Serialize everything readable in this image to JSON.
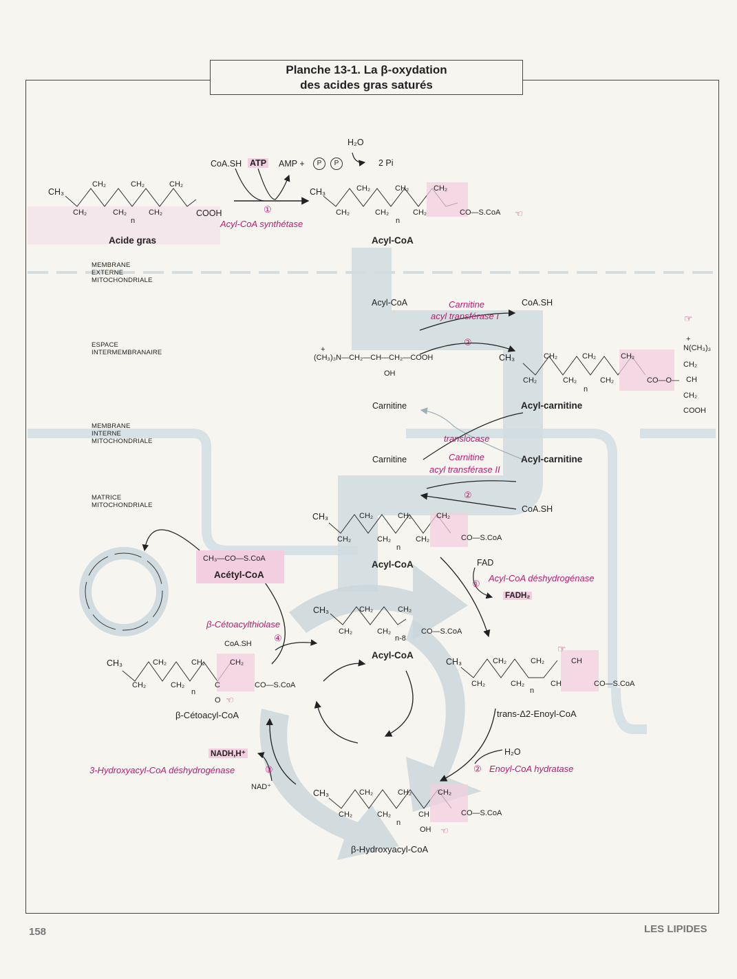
{
  "title": {
    "line1": "Planche 13-1. La β-oxydation",
    "line2": "des acides gras saturés"
  },
  "zones": {
    "outer": [
      "MEMBRANE",
      "EXTERNE",
      "MITOCHONDRIALE"
    ],
    "intermembrane": [
      "ESPACE",
      "INTERMEMBRANAIRE"
    ],
    "inner": [
      "MEMBRANE",
      "INTERNE",
      "MITOCHONDRIALE"
    ],
    "matrix": [
      "MATRICE",
      "MITOCHONDRIALE"
    ]
  },
  "step1": {
    "reagents": [
      "CoA.SH",
      "ATP",
      "AMP +",
      "P",
      "P",
      "H₂O",
      "2 Pi"
    ],
    "enzyme": "Acyl-CoA synthétase",
    "num": "①",
    "substrate_label": "Acide gras",
    "product_label": "Acyl-CoA"
  },
  "transport": {
    "acylcoa": "Acyl-CoA",
    "enzyme1": [
      "Carnitine",
      "acyl transférase I"
    ],
    "coash": "CoA.SH",
    "num": "②",
    "carnitine_formula": "(CH₃)₃N—CH₂—CH—CH₂—COOH",
    "oh": "OH",
    "plus": "+",
    "acylcarnitine": "Acyl-carnitine",
    "carnitine": "Carnitine",
    "translocase": "translocase",
    "enzyme2": [
      "Carnitine",
      "acyl transférase II"
    ],
    "carnitine_side": [
      "+",
      "N(CH₃)₃",
      "CH₂",
      "CH",
      "CH₂",
      "COOH"
    ],
    "co_o": "CO—O—"
  },
  "cycle": {
    "acylcoa_center": "Acyl-CoA",
    "fad": "FAD",
    "fadh2": "FADH₂",
    "dehydrogenase": "Acyl-CoA déshydrogénase",
    "enoyl": "trans-Δ2-Enoyl-CoA",
    "h2o": "H₂O",
    "hydratase": "Enoyl-CoA hydratase",
    "hydroxyacyl": "β-Hydroxyacyl-CoA",
    "nadh": "NADH,H⁺",
    "nad": "NAD⁺",
    "hadh": "3-Hydroxyacyl-CoA déshydrogénase",
    "cetoacyl": "β-Cétoacyl-CoA",
    "thiolase": "β-Cétoacylthiolase",
    "coash": "CoA.SH",
    "acetylcoa_formula": "CH₃—CO—S.CoA",
    "acetylcoa": "Acétyl-CoA",
    "n8": "n-8",
    "nums": [
      "①",
      "②",
      "③",
      "④"
    ]
  },
  "chem": {
    "ch3": "CH₃",
    "ch2": "CH₂",
    "ch": "CH",
    "n": "n",
    "cooh": "COOH",
    "coscoa": "CO—S.CoA",
    "c": "C",
    "o": "O"
  },
  "footer": {
    "page": "158",
    "section": "LES LIPIDES"
  },
  "colors": {
    "accent": "#c2186e",
    "highlight": "#f3cde0",
    "membrane": "#cfdde2"
  }
}
